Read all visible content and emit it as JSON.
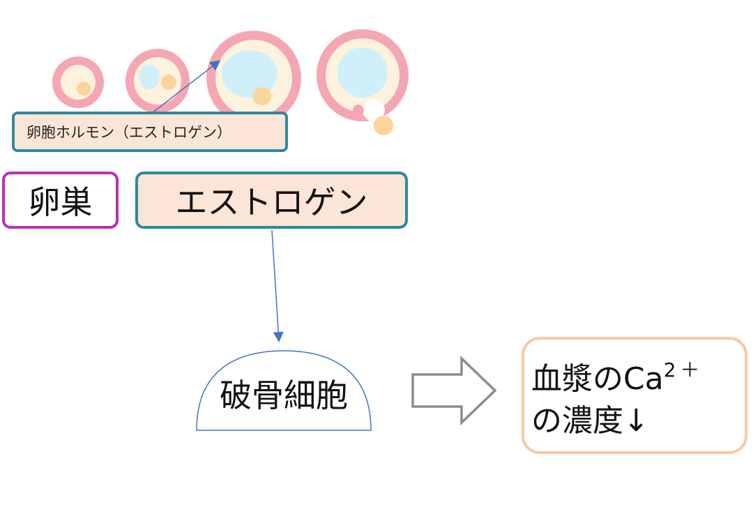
{
  "labels": {
    "ovarian_hormone": "卵胞ホルモン（エストロゲン）",
    "ovary": "卵巣",
    "estrogen": "エストロゲン",
    "osteoclast": "破骨細胞",
    "plasma_ca_prefix": "血漿のCa",
    "plasma_ca_charge": "2＋",
    "concentration_down": "の濃度↓"
  },
  "colors": {
    "teal_border": "#2f8a99",
    "magenta_border": "#b92fb8",
    "peach_fill": "#fbe5d6",
    "result_border": "#f6c9a8",
    "arrow_blue": "#4472c4",
    "follicle_pink": "#f4a6b3",
    "follicle_cream": "#fdf3dc",
    "antrum_blue": "#cfeffb",
    "oocyte_yellow": "#f9d59a"
  }
}
